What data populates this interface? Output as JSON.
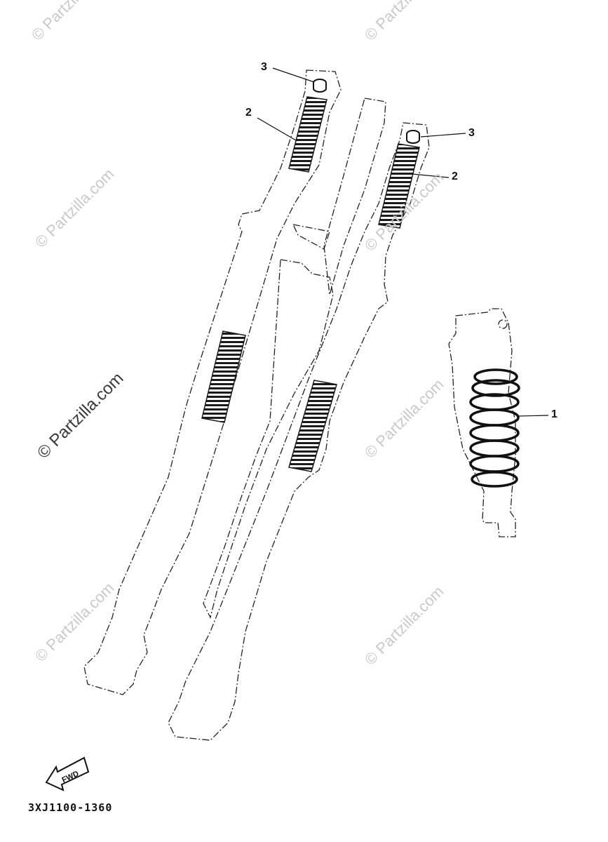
{
  "diagram": {
    "watermark": "© Partzilla.com",
    "callouts": {
      "one": "1",
      "two": "2",
      "three": "3"
    },
    "fwd_label": "FWD",
    "diagram_code": "3XJ1100-1360"
  }
}
